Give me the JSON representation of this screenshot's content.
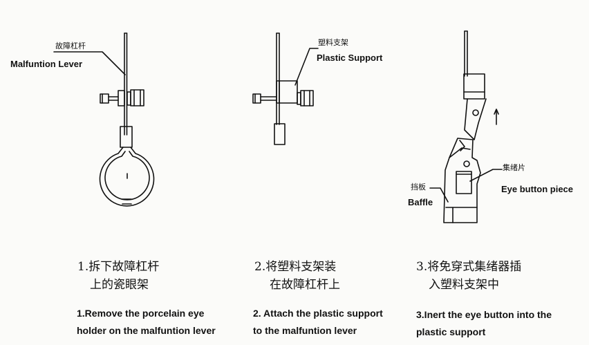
{
  "panels": [
    {
      "label_cn": "故障杠杆",
      "label_en": "Malfuntion Lever",
      "caption_cn": [
        "1.拆下故障杠杆",
        "上的瓷眼架"
      ],
      "caption_en": [
        "1.Remove the porcelain eye",
        "holder on the malfuntion lever"
      ]
    },
    {
      "label_cn": "塑料支架",
      "label_en": "Plastic Support",
      "caption_cn": [
        "2.将塑料支架装",
        "在故障杠杆上"
      ],
      "caption_en": [
        "2. Attach the plastic support",
        "to the malfuntion lever"
      ]
    },
    {
      "label_cn_a": "集绪片",
      "label_en_a": "Eye button piece",
      "label_cn_b": "挡板",
      "label_en_b": "Baffle",
      "caption_cn": [
        "3.将免穿式集绪器插",
        "入塑料支架中"
      ],
      "caption_en": [
        "3.Inert the eye button into the",
        "plastic support"
      ]
    }
  ]
}
